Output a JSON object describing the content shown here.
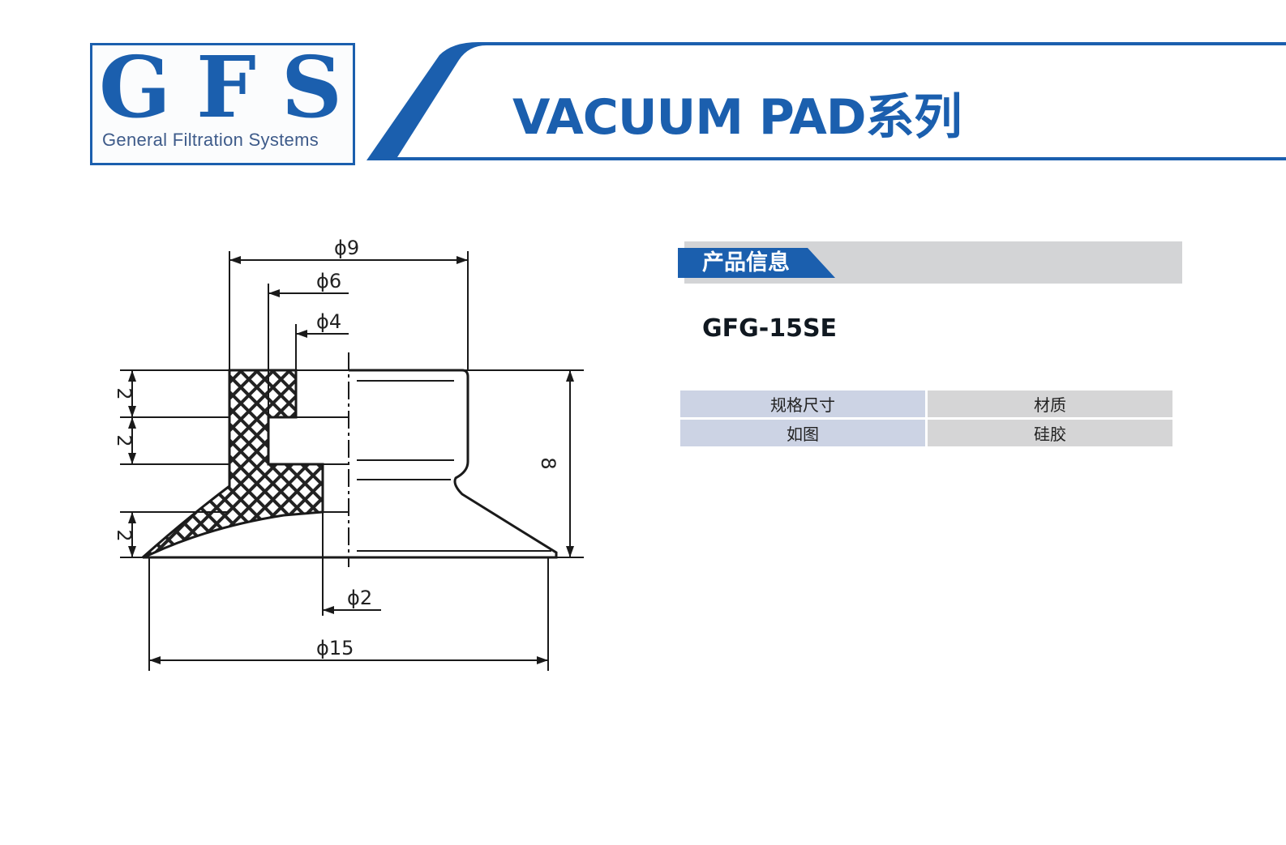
{
  "header": {
    "logo_letters": [
      "G",
      "F",
      "S"
    ],
    "logo_subtitle": "General Filtration Systems",
    "title": "VACUUM PAD系列",
    "accent_color": "#1b5fae"
  },
  "drawing": {
    "dimensions": {
      "d9": "ϕ9",
      "d6": "ϕ6",
      "d4": "ϕ4",
      "d2": "ϕ2",
      "d15": "ϕ15",
      "h1": "2",
      "h2": "2",
      "h3": "2",
      "total_height": "8"
    }
  },
  "product_info": {
    "section_label": "产品信息",
    "model": "GFG-15SE",
    "table": {
      "headers": [
        "规格尺寸",
        "材质"
      ],
      "rows": [
        [
          "如图",
          "硅胶"
        ]
      ]
    }
  }
}
